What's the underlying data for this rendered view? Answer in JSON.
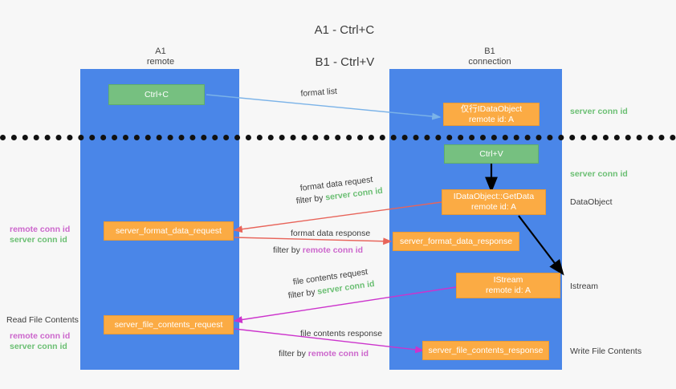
{
  "title": {
    "line1": "A1 - Ctrl+C",
    "line2": "B1 - Ctrl+V"
  },
  "columns": [
    {
      "name": "A1",
      "role": "remote"
    },
    {
      "name": "B1",
      "role": "connection"
    }
  ],
  "nodes": {
    "ctrl_c": "Ctrl+C",
    "ctrl_v": "Ctrl+V",
    "idataobject_top": {
      "line1": "仅行IDataObject",
      "line2": "remote id: A"
    },
    "idataobject_getdata": {
      "line1": "IDataObject::GetData",
      "line2": "remote id: A"
    },
    "istream": {
      "line1": "IStream",
      "line2": "remote id: A"
    },
    "server_format_data_request": "server_format_data_request",
    "server_format_data_response": "server_format_data_response",
    "server_file_contents_request": "server_file_contents_request",
    "server_file_contents_response": "server_file_contents_response"
  },
  "edges": {
    "format_list": "format list",
    "format_data_request": "format data request",
    "format_data_response": "format data response",
    "file_contents_request": "file contents request",
    "file_contents_response": "file contents response",
    "filter_by": "filter by ",
    "server_conn_id": "server conn id",
    "remote_conn_id": "remote conn id"
  },
  "annotations": {
    "right": {
      "server_conn_id_top": "server conn id",
      "server_conn_id_mid": "server conn id",
      "dataobject": "DataObject",
      "istream": "Istream",
      "write_file_contents": "Write File Contents"
    },
    "left": {
      "remote_conn_id_1": "remote conn id",
      "server_conn_id_1": "server conn id",
      "read_file_contents": "Read File Contents",
      "remote_conn_id_2": "remote conn id",
      "server_conn_id_2": "server conn id"
    }
  },
  "colors": {
    "lane": "#4a86e8",
    "green_node": "#76c080",
    "orange_node": "#fbab44",
    "green_text": "#6bbf73",
    "magenta_text": "#cc66cc",
    "blue_arrow": "#7bb3e8",
    "red_arrow": "#e8645a",
    "magenta_arrow": "#cc33cc",
    "black_arrow": "#000000",
    "background": "#f7f7f7"
  }
}
